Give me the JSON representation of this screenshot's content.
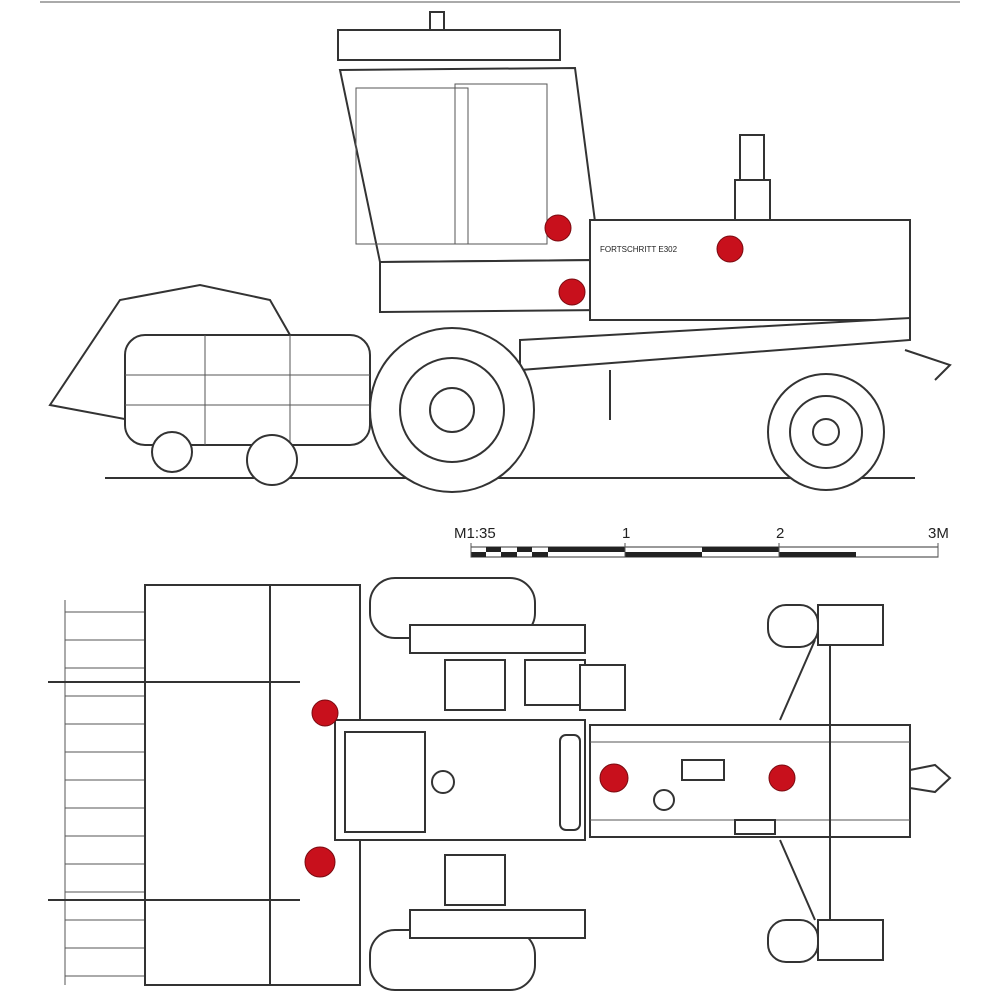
{
  "side_view": {
    "cab_label": "FORTSCHRITT E302"
  },
  "scale_bar": {
    "ratio_label": "M1:35",
    "tick_labels": [
      "1",
      "2",
      "3M"
    ]
  },
  "markers": {
    "color": "#c8101c",
    "side_view_count": 3,
    "top_view_count": 4
  }
}
